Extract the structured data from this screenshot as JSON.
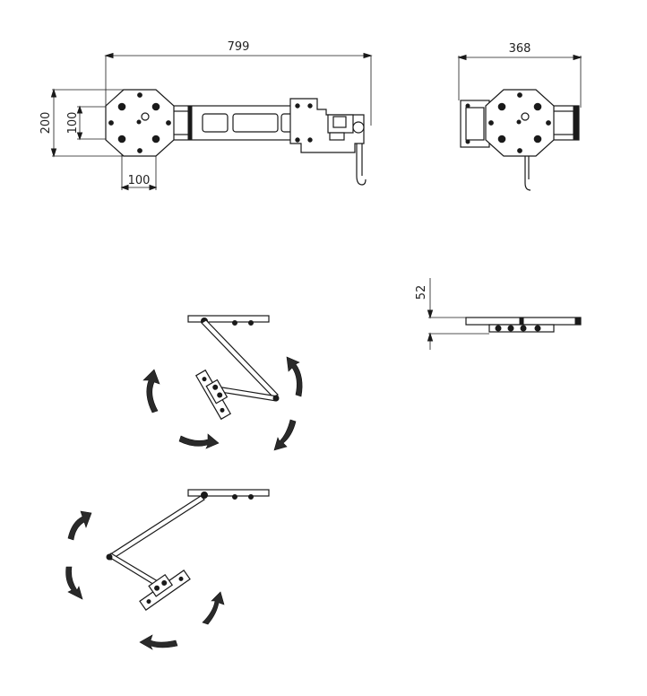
{
  "dimensions": {
    "overall_width": "799",
    "plate_height": "200",
    "hole_spacing_vertical": "100",
    "hole_spacing_horizontal": "100",
    "right_view_width": "368",
    "profile_depth": "52"
  },
  "colors": {
    "line": "#1a1a1a",
    "background": "#ffffff"
  }
}
